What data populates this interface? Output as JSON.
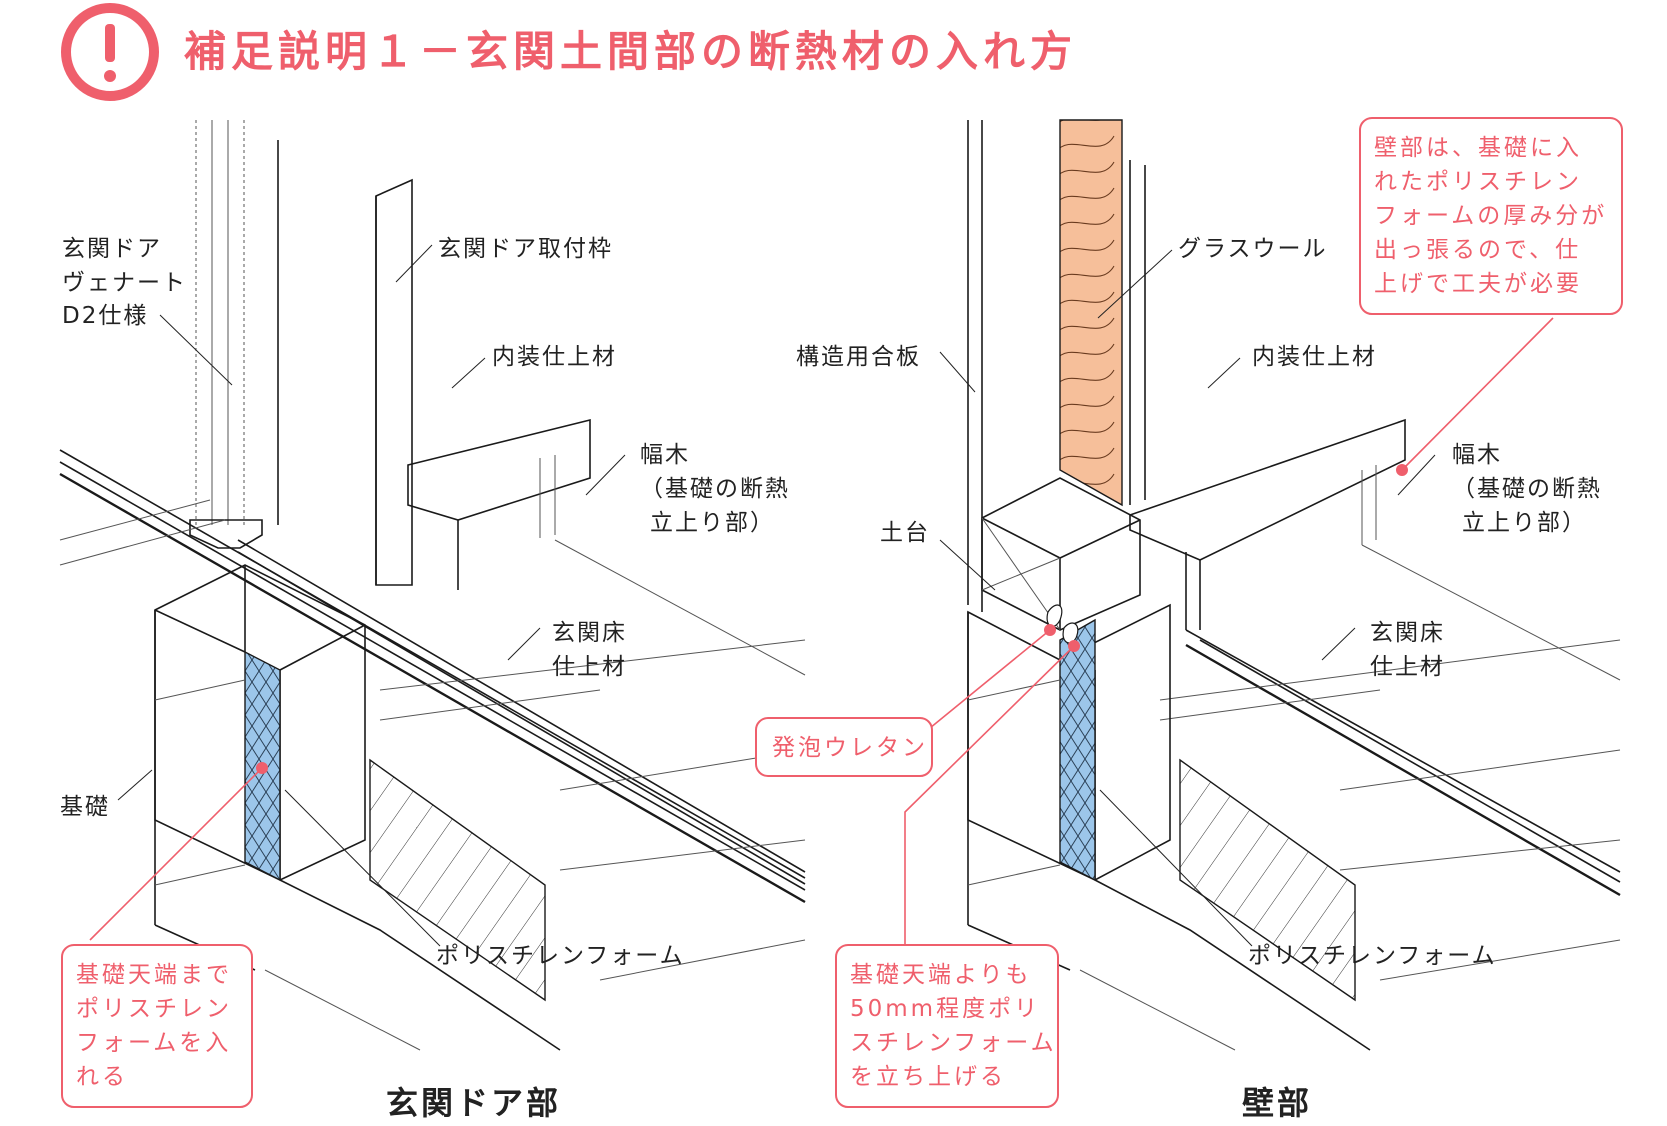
{
  "header": {
    "icon": "exclamation-circle-icon",
    "title": "補足説明１－玄関土間部の断熱材の入れ方"
  },
  "colors": {
    "accent": "#ef5f6c",
    "insulation_pink": "#f6bf9a",
    "eps_blue": "#9cc6ea",
    "line": "#1a1a1a"
  },
  "left": {
    "caption": "玄関ドア部",
    "labels": {
      "door_1": "玄関ドア",
      "door_2": "ヴェナート",
      "door_3": "D2仕様",
      "frame": "玄関ドア取付枠",
      "interior": "内装仕上材",
      "baseboard_1": "幅木",
      "baseboard_2": "（基礎の断熱",
      "baseboard_3": "立上り部）",
      "floor_1": "玄関床",
      "floor_2": "仕上材",
      "foundation": "基礎",
      "eps": "ポリスチレンフォーム"
    },
    "note": [
      "基礎天端まで",
      "ポリスチレン",
      "フォームを入",
      "れる"
    ]
  },
  "right": {
    "caption": "壁部",
    "labels": {
      "glasswool": "グラスウール",
      "plywood": "構造用合板",
      "interior": "内装仕上材",
      "baseboard_1": "幅木",
      "baseboard_2": "（基礎の断熱",
      "baseboard_3": "立上り部）",
      "sill": "土台",
      "floor_1": "玄関床",
      "floor_2": "仕上材",
      "eps": "ポリスチレンフォーム"
    },
    "note_top": [
      "壁部は、基礎に入",
      "れたポリスチレン",
      "フォームの厚み分が",
      "出っ張るので、仕",
      "上げで工夫が必要"
    ],
    "note_urethane": "発泡ウレタン",
    "note_bottom": [
      "基礎天端よりも",
      "50mm程度ポリ",
      "スチレンフォーム",
      "を立ち上げる"
    ]
  }
}
